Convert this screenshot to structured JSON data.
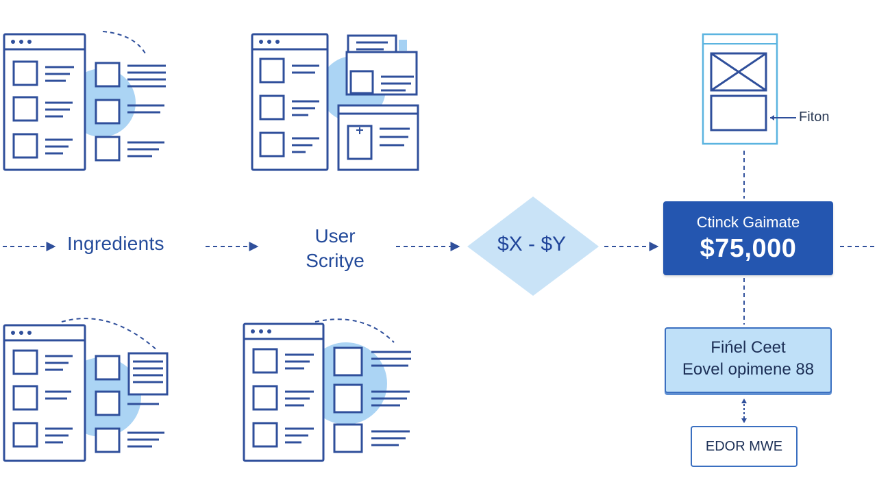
{
  "diagram": {
    "flow_labels": {
      "ingredients": "Ingredients",
      "user_line1": "User",
      "user_line2": "Scritye",
      "range": "$X - $Y"
    },
    "estimate": {
      "title": "Ctinck Gaimate",
      "value": "$75,000"
    },
    "final": {
      "line1": "Fińel Ceet",
      "line2": "Eovel opimene 88"
    },
    "small_box": "EDOR MWE",
    "side_label": "Fiton",
    "colors": {
      "primary": "#2456b0",
      "outline": "#2f4f9b",
      "light_blue": "#bfe0f8",
      "accent_blob": "#8fc5f0",
      "diamond": "#c9e3f7"
    },
    "icons": [
      "browser-window-icon",
      "chat-bubble-icon",
      "image-placeholder-icon",
      "arrow-icon"
    ]
  }
}
